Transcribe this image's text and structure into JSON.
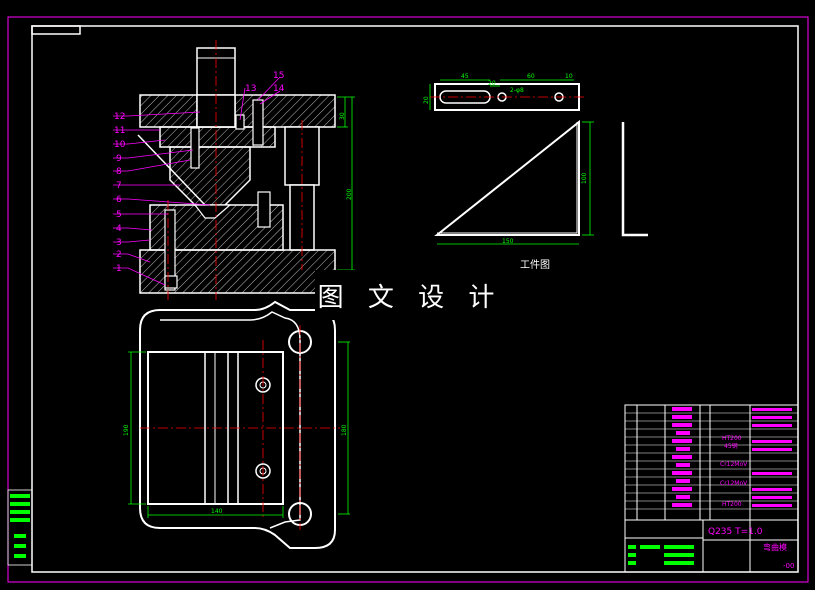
{
  "drawing": {
    "watermark_text": "图 文 设 计",
    "workpiece_caption": "工件图",
    "part_numbers": [
      "1",
      "2",
      "3",
      "4",
      "5",
      "6",
      "7",
      "8",
      "9",
      "10",
      "11",
      "12",
      "13",
      "14",
      "15"
    ],
    "dimensions": {
      "top_view_45": "45",
      "top_view_60": "60",
      "top_view_20": "20",
      "top_view_10": "10",
      "top_view_slot": "2-φ8",
      "top_view_height": "20",
      "triangle_width": "150",
      "triangle_height": "100",
      "die_height": "200",
      "die_top": "30",
      "plan_width": "140",
      "plan_height_left": "190",
      "plan_height_right": "180"
    }
  },
  "title_block": {
    "material": "Q235   T=1.0",
    "part_name": "弯曲模",
    "drawing_no": "-00",
    "materials_list": [
      "HT200",
      "45钢",
      "Cr12MoV",
      "Cr12MoV",
      "HT200"
    ]
  },
  "colors": {
    "line": "#ffffff",
    "border": "#ff00ff",
    "leader": "#ff00ff",
    "dim": "#00ff00",
    "center": "#ff0000",
    "hatch": "#ffffff"
  }
}
